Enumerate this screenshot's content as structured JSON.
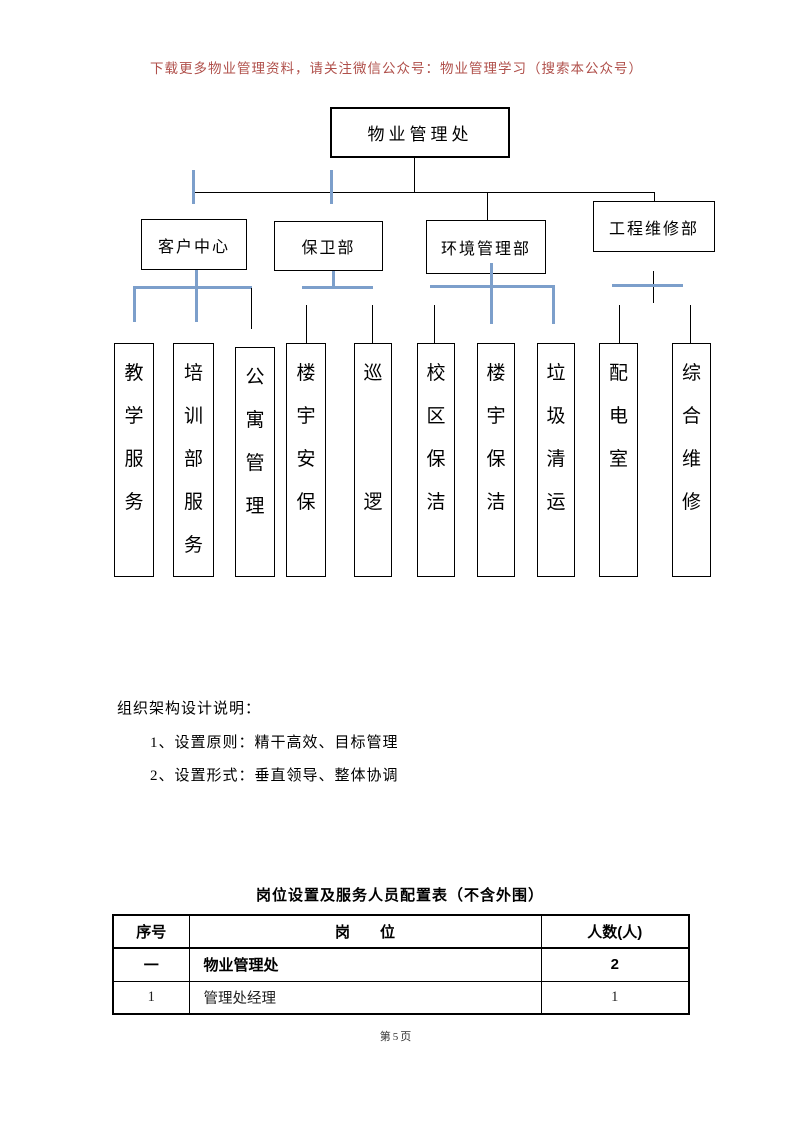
{
  "page": {
    "banner": "下载更多物业管理资料，请关注微信公众号：物业管理学习（搜索本公众号）",
    "footer": "第5页"
  },
  "org_chart": {
    "root": "物业管理处",
    "accent_line_color": "#7C9FCB",
    "primary_line_color": "#000000",
    "departments": [
      {
        "label": "客户中心",
        "children": [
          "教学服务",
          "培训部服务",
          "公寓管理"
        ]
      },
      {
        "label": "保卫部",
        "children": [
          "楼宇安保",
          "巡  逻"
        ]
      },
      {
        "label": "环境管理部",
        "children": [
          "校区保洁",
          "楼宇保洁",
          "垃圾清运"
        ]
      },
      {
        "label": "工程维修部",
        "children": [
          "配电室",
          "综合维修"
        ]
      }
    ]
  },
  "notes": {
    "heading": "组织架构设计说明：",
    "items": [
      "1、设置原则：精干高效、目标管理",
      "2、设置形式：垂直领导、整体协调"
    ]
  },
  "staff_table": {
    "title": "岗位设置及服务人员配置表（不含外围）",
    "columns": [
      "序号",
      "岗　　位",
      "人数(人)"
    ],
    "rows": [
      {
        "no": "一",
        "position": "物业管理处",
        "count": "2"
      },
      {
        "no": "1",
        "position": "管理处经理",
        "count": "1"
      }
    ]
  }
}
